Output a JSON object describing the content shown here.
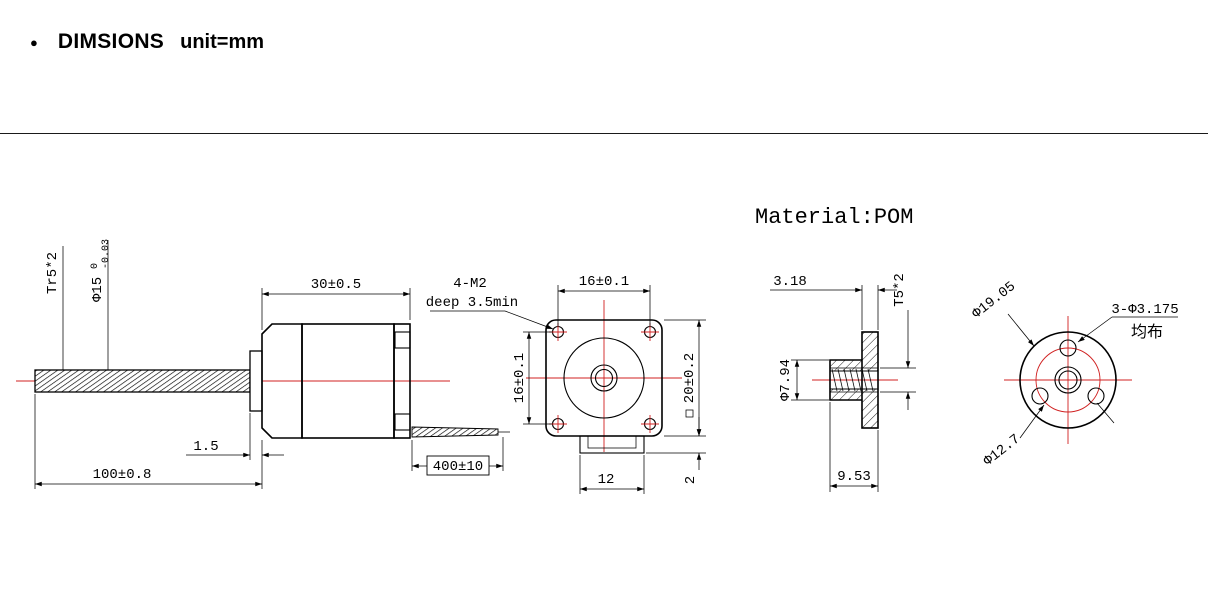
{
  "header": {
    "bullet": "●",
    "title": "DIMSIONS",
    "unit_note": "unit=mm"
  },
  "material_note": "Material:POM",
  "colors": {
    "line": "#000000",
    "centerline": "#d02020",
    "background": "#ffffff"
  },
  "side_view": {
    "thread_label": "Tr5*2",
    "shaft_dia_label": "Φ15",
    "shaft_tol_upper": "0",
    "shaft_tol_lower": "-0.03",
    "body_length": "30±0.5",
    "mount_holes_line1": "4-M2",
    "mount_holes_line2": "deep 3.5min",
    "step_length": "1.5",
    "screw_length": "100±0.8",
    "cable_length": "400±10"
  },
  "front_view": {
    "hole_spacing_top": "16±0.1",
    "hole_spacing_left": "16±0.1",
    "body_size": "20±0.2",
    "connector_width": "12",
    "connector_offset": "2"
  },
  "nut_side": {
    "flange_thickness": "3.18",
    "thread_label": "T5*2",
    "hub_dia": "Φ7.94",
    "total_length": "9.53"
  },
  "nut_front": {
    "flange_dia": "Φ19.05",
    "hole_callout": "3-Φ3.175",
    "hole_note": "均布",
    "bolt_circle": "Φ12.7"
  }
}
